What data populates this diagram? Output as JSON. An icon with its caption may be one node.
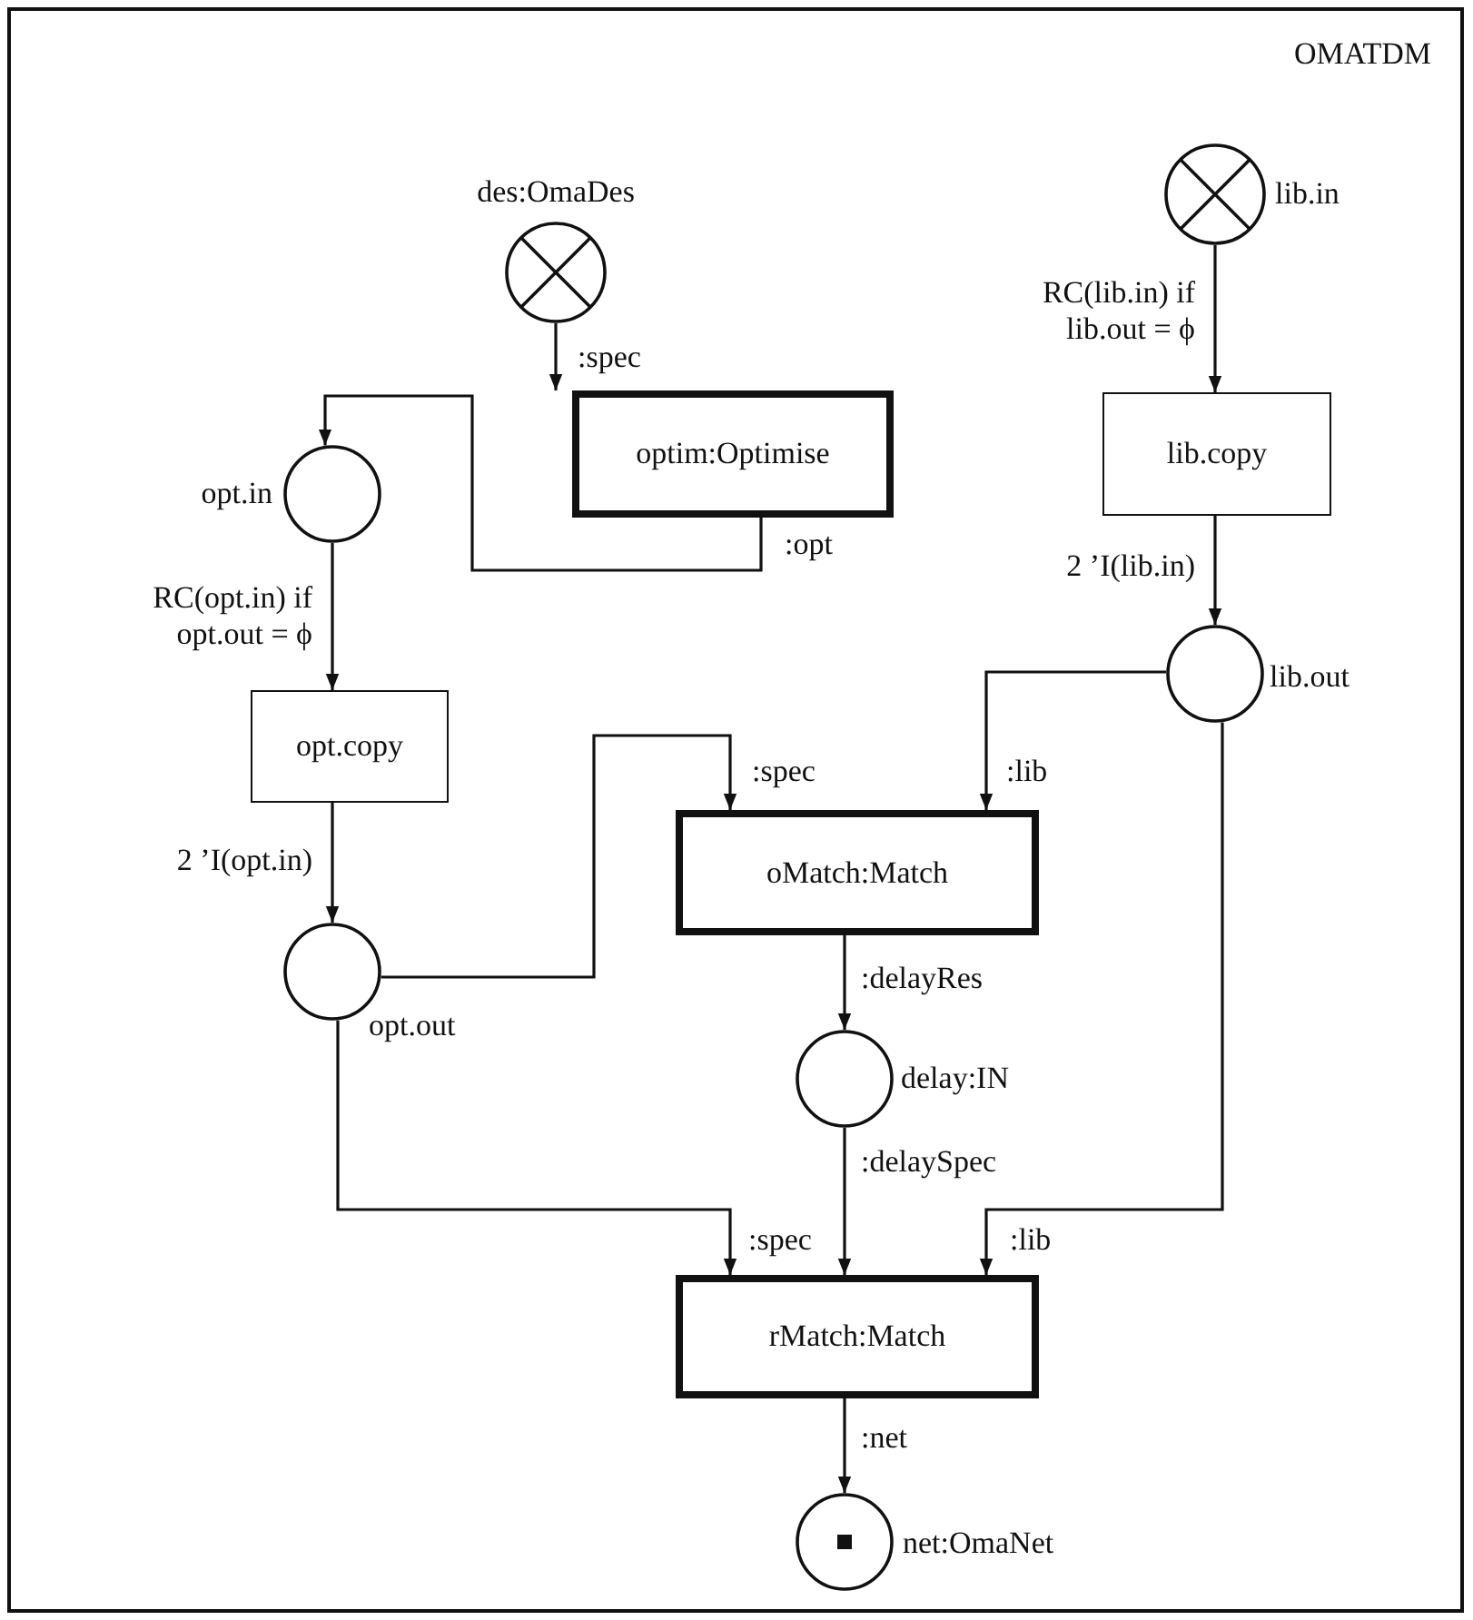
{
  "diagram": {
    "nodes": [
      {
        "text": [
          "OMATDM"
        ]
      },
      {
        "text": [],
        "shape": "circle",
        "beside": [
          "des:OmaDes"
        ],
        "in": 0
      },
      {
        "text": [
          "optim:Optimise"
        ],
        "in": 0
      },
      {
        "text": [],
        "shape": "circle",
        "beside": [
          "lib.in"
        ],
        "in": 0
      },
      {
        "text": [],
        "shape": "circle",
        "beside": [
          "opt.in"
        ],
        "in": 0
      },
      {
        "text": [
          "lib.copy"
        ],
        "in": 0
      },
      {
        "text": [
          "opt.copy"
        ],
        "in": 0
      },
      {
        "text": [],
        "shape": "circle",
        "beside": [
          "lib.out"
        ],
        "in": 0
      },
      {
        "text": [
          "oMatch:Match"
        ],
        "in": 0
      },
      {
        "text": [],
        "shape": "circle",
        "beside": [
          "opt.out"
        ],
        "in": 0
      },
      {
        "text": [],
        "shape": "circle",
        "beside": [
          "delay:IN"
        ],
        "in": 0
      },
      {
        "text": [
          "rMatch:Match"
        ],
        "in": 0
      },
      {
        "text": [],
        "shape": "circle",
        "beside": [
          "net:OmaNet"
        ],
        "in": 0
      }
    ],
    "edges": [
      {
        "from": 1,
        "to": 2,
        "arrow": "to",
        "label": ":spec"
      },
      {
        "from": 2,
        "to": 4,
        "arrow": "to",
        "label": ":opt"
      },
      {
        "from": 3,
        "to": 5,
        "arrow": "to",
        "label": "RC(lib.in) if lib.out = ϕ"
      },
      {
        "from": 4,
        "to": 6,
        "arrow": "to",
        "label": "RC(opt.in) if opt.out = ϕ"
      },
      {
        "from": 5,
        "to": 7,
        "arrow": "to",
        "label": "2 ’I(lib.in)"
      },
      {
        "from": 6,
        "to": 9,
        "arrow": "to",
        "label": "2 ’I(opt.in)"
      },
      {
        "from": 9,
        "to": 8,
        "arrow": "to",
        "label": ":spec"
      },
      {
        "from": 7,
        "to": 8,
        "arrow": "to",
        "label": ":lib"
      },
      {
        "from": 8,
        "to": 10,
        "arrow": "to",
        "label": ":delayRes"
      },
      {
        "from": 10,
        "to": 11,
        "arrow": "to",
        "label": ":delaySpec"
      },
      {
        "from": 9,
        "to": 11,
        "arrow": "to",
        "label": ":spec"
      },
      {
        "from": 7,
        "to": 11,
        "arrow": "to",
        "label": ":lib"
      },
      {
        "from": 11,
        "to": 12,
        "arrow": "to",
        "label": ":net"
      }
    ]
  }
}
